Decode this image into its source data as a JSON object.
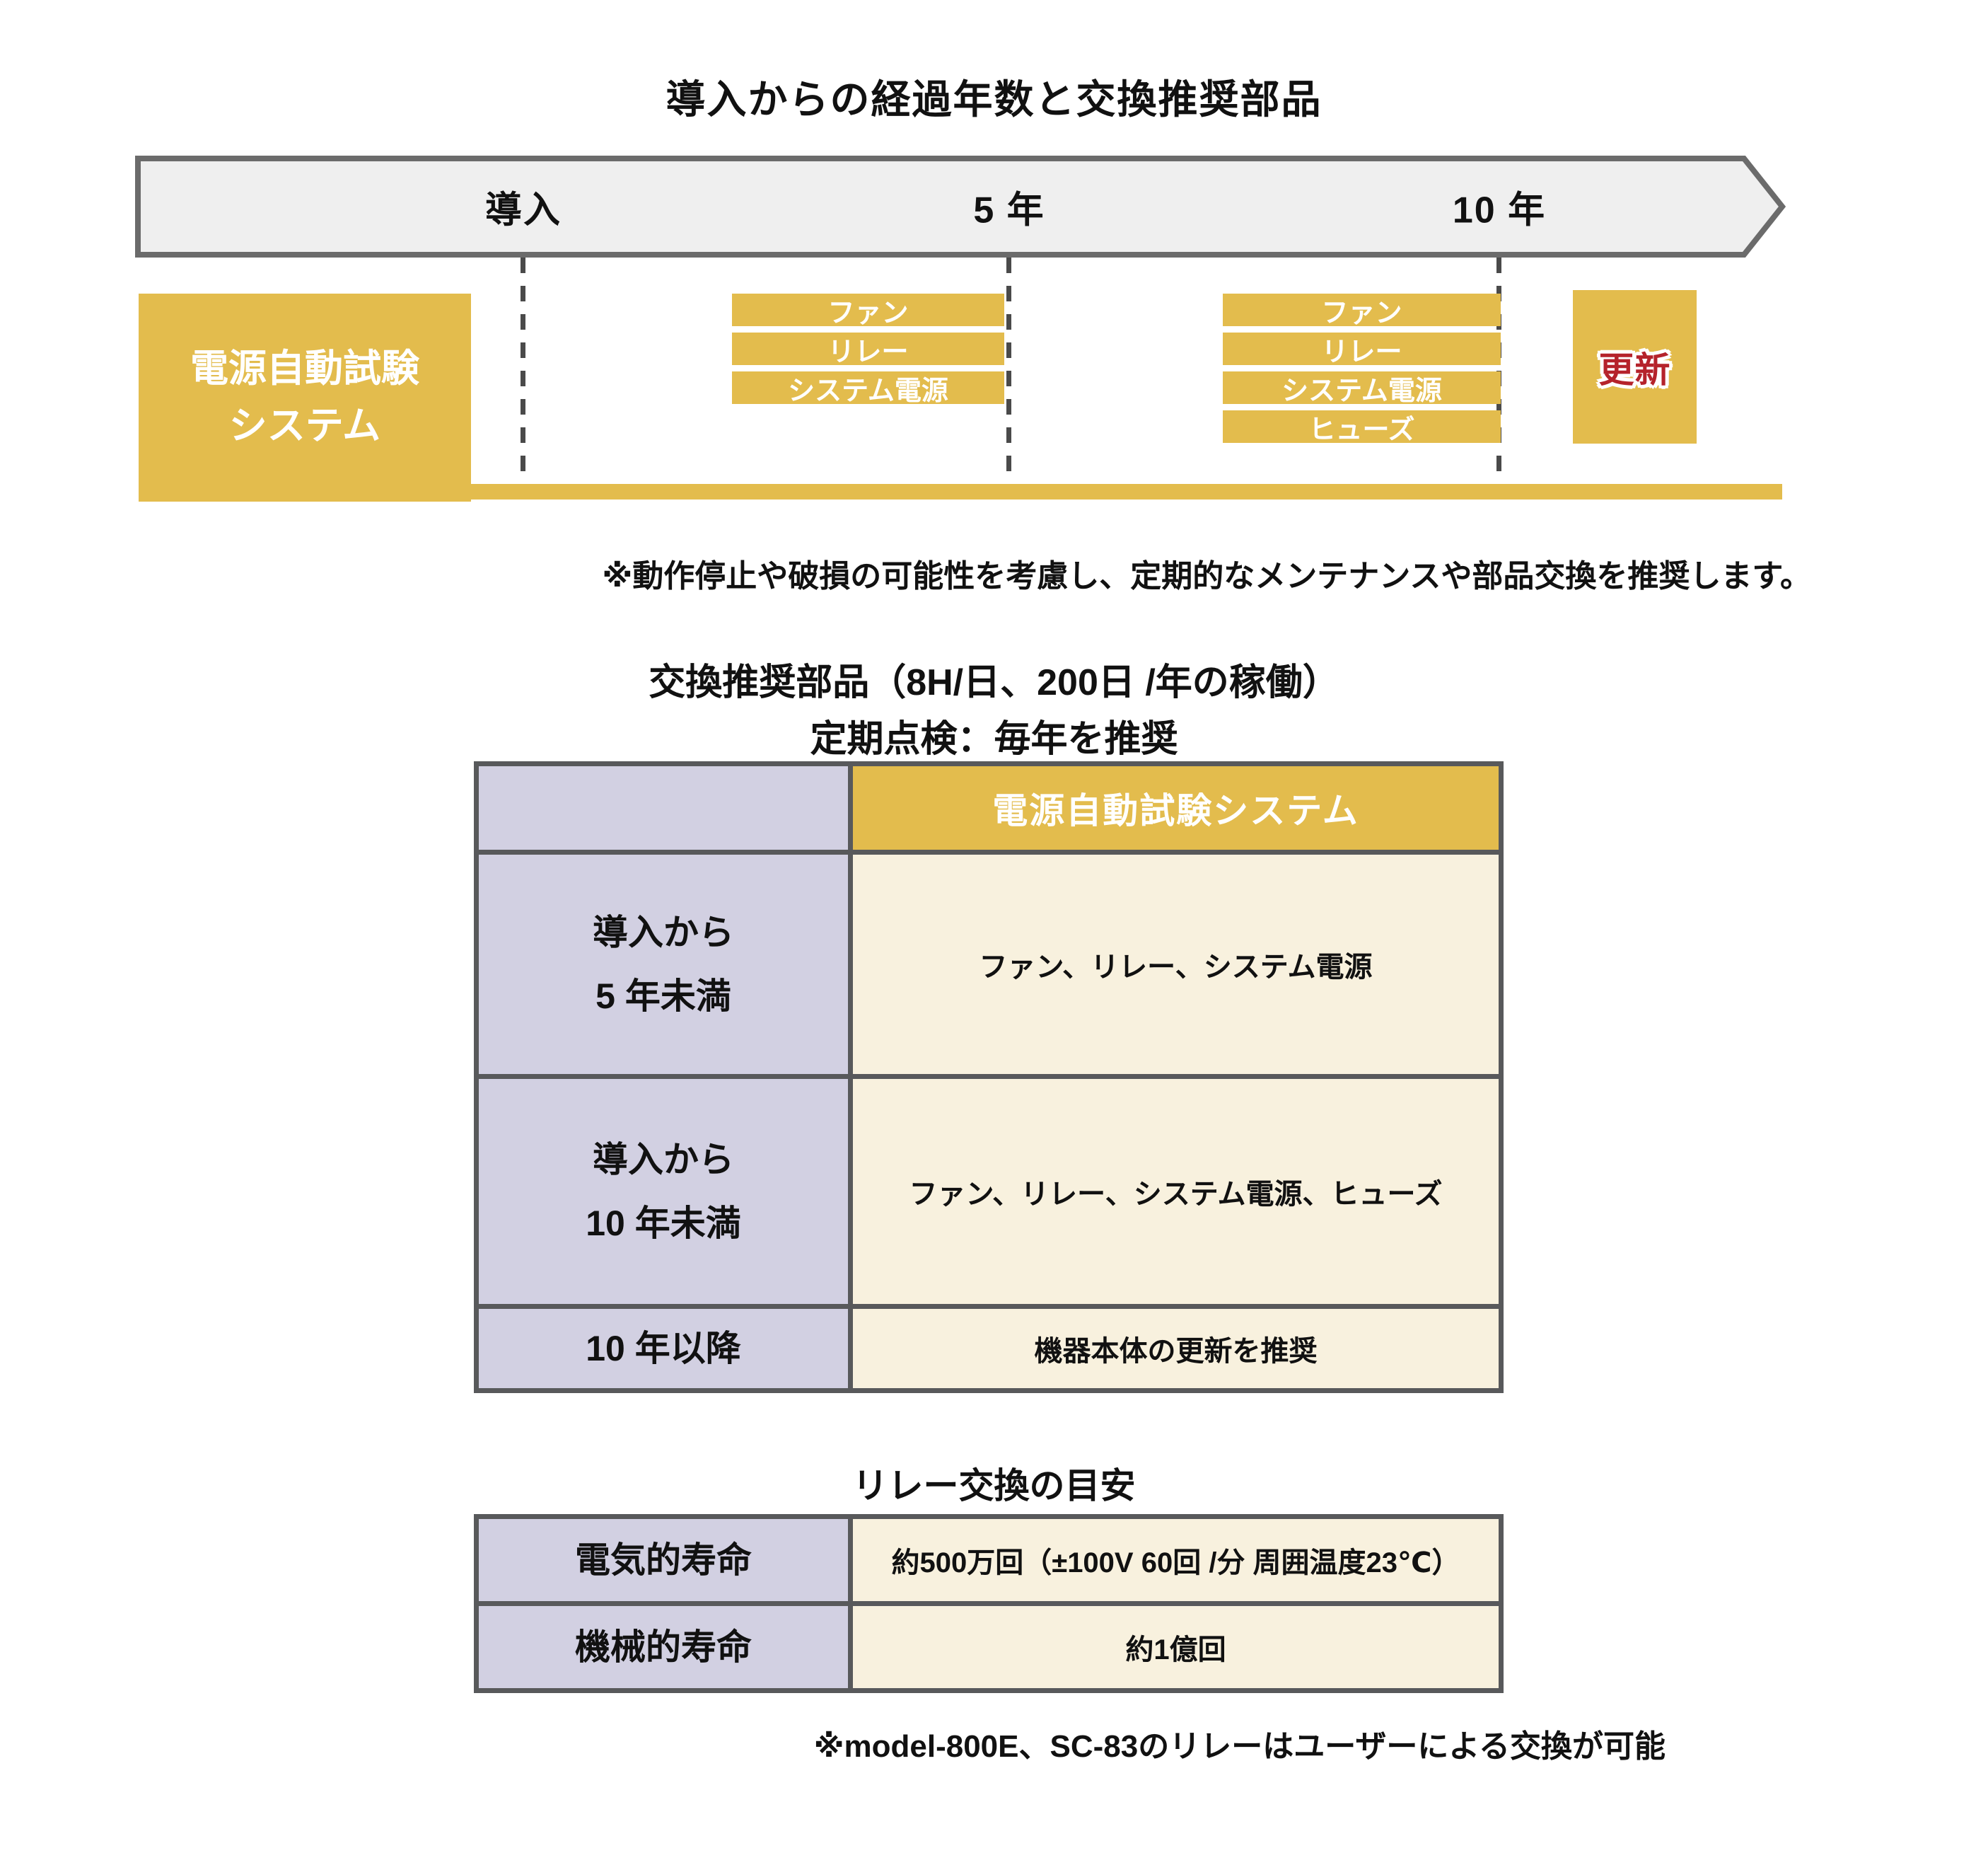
{
  "colors": {
    "gold": "#E3BC4D",
    "lavender": "#D2D0E2",
    "cream": "#F8F1DE",
    "table_border_gray": "#58595B",
    "arrow_fill": "#EFEFEF",
    "arrow_stroke": "#6B6B6B",
    "renewal_red": "#B5232B"
  },
  "header": {
    "title": "導入からの経過年数と交換推奨部品"
  },
  "timeline": {
    "milestones": [
      "導入",
      "5 年",
      "10 年"
    ],
    "system_box": {
      "line1": "電源自動試験",
      "line2": "システム"
    },
    "year5_parts": [
      "ファン",
      "リレー",
      "システム電源"
    ],
    "year10_parts": [
      "ファン",
      "リレー",
      "システム電源",
      "ヒューズ"
    ],
    "renewal_label": "更新",
    "note": "※動作停止や破損の可能性を考慮し、定期的なメンテナンスや部品交換を推奨します。"
  },
  "parts_table": {
    "title_line1": "交換推奨部品（8H/日、200日 /年の稼働）",
    "title_line2": "定期点検：毎年を推奨",
    "column_header": "電源自動試験システム",
    "rows": [
      {
        "period_line1": "導入から",
        "period_line2": "5 年未満",
        "parts": "ファン、リレー、システム電源"
      },
      {
        "period_line1": "導入から",
        "period_line2": "10 年未満",
        "parts": "ファン、リレー、システム電源、ヒューズ"
      },
      {
        "period_line1": "10 年以降",
        "parts": "機器本体の更新を推奨"
      }
    ]
  },
  "relay_table": {
    "title": "リレー交換の目安",
    "rows": [
      {
        "label": "電気的寿命",
        "value": "約500万回（±100V 60回 /分 周囲温度23℃）"
      },
      {
        "label": "機械的寿命",
        "value": "約1億回"
      }
    ],
    "note": "※model-800E、SC-83のリレーはユーザーによる交換が可能"
  }
}
